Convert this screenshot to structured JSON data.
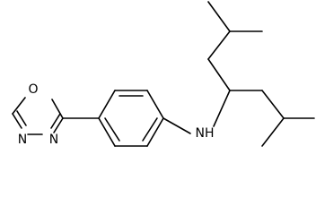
{
  "molecule": {
    "atoms": {
      "oxygen": "O",
      "nitrogen_top": "N",
      "nitrogen_bottom": "N",
      "amine": "NH"
    }
  },
  "colors": {
    "bond": "#000000",
    "background": "#ffffff"
  }
}
